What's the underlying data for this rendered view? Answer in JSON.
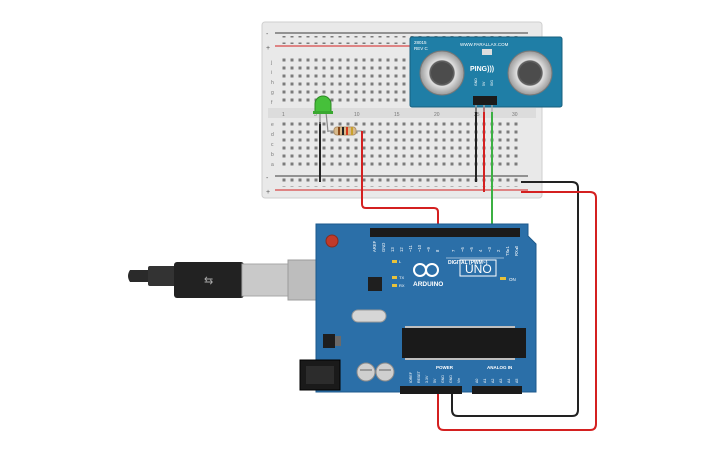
{
  "sensor": {
    "part": "28015",
    "rev": "REV C",
    "url": "WWW.PARALLAX.COM",
    "name": "PING)))",
    "pins": [
      "GND",
      "5V",
      "SIG"
    ]
  },
  "board": {
    "logo_brand": "ARDUINO",
    "logo_model": "UNO",
    "digital_label": "DIGITAL (PWM~)",
    "analog_label": "ANALOG IN",
    "power_label": "POWER",
    "led_l": "L",
    "led_tx": "TX",
    "led_rx": "RX",
    "on_label": "ON",
    "digital_pins": [
      "AREF",
      "GND",
      "13",
      "12",
      "~11",
      "~10",
      "~9",
      "8",
      "7",
      "~6",
      "~5",
      "4",
      "~3",
      "2",
      "TX▸1",
      "RX◂0"
    ],
    "power_pins": [
      "IOREF",
      "RESET",
      "3.3V",
      "5V",
      "GND",
      "GND",
      "Vin"
    ],
    "analog_pins": [
      "A0",
      "A1",
      "A2",
      "A3",
      "A4",
      "A5"
    ]
  },
  "breadboard": {
    "col_labels": [
      "1",
      "5",
      "10",
      "15",
      "20",
      "25",
      "30"
    ],
    "row_labels_top": [
      "j",
      "i",
      "h",
      "g",
      "f"
    ],
    "row_labels_bottom": [
      "e",
      "d",
      "c",
      "b",
      "a"
    ],
    "rail_plus": "+",
    "rail_minus": "-"
  },
  "colors": {
    "wire_red": "#d42020",
    "wire_black": "#222222",
    "wire_green": "#3cb043",
    "board_blue": "#2b6fa8",
    "sensor_blue": "#1f7ea6",
    "led_green": "#46c03a"
  }
}
